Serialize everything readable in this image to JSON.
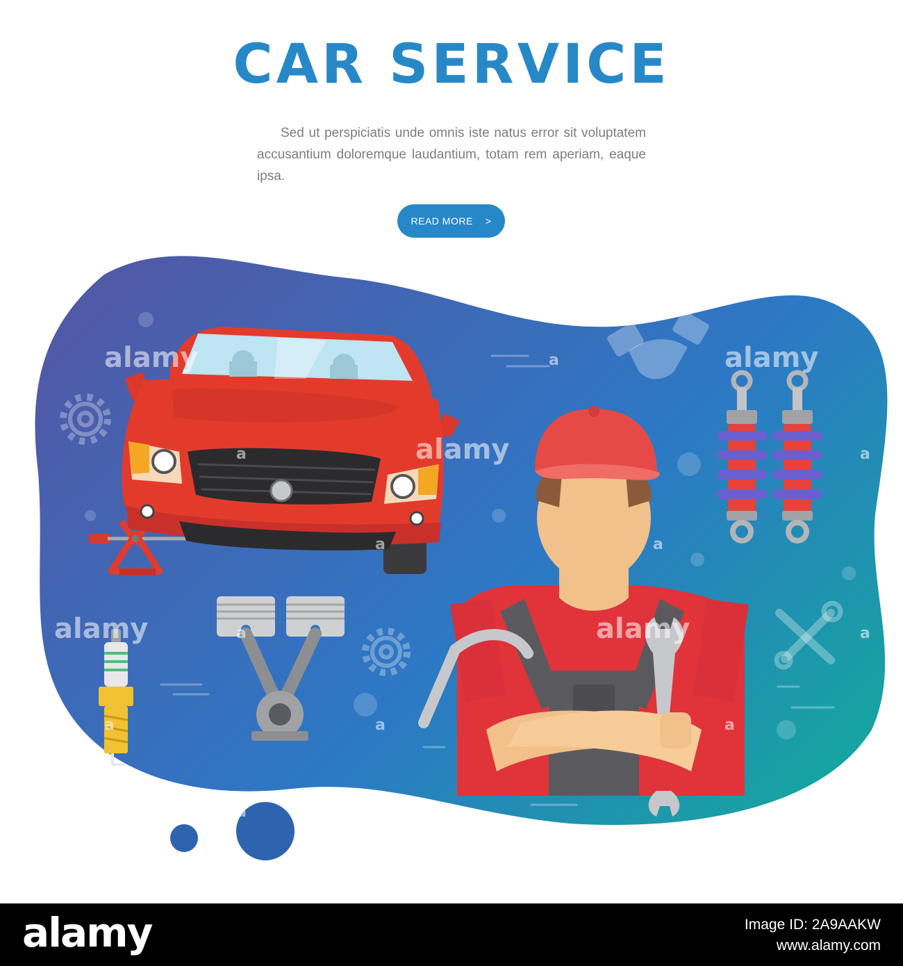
{
  "header": {
    "title": "CAR SERVICE",
    "description": "Sed ut perspiciatis unde omnis iste natus error sit voluptatem accusantium doloremque laudantium, totam rem aperiam, eaque ipsa.",
    "button_label": "READ MORE",
    "button_chevron": ">"
  },
  "watermark": {
    "text": "alamy",
    "letter": "a"
  },
  "footer": {
    "logo": "alamy",
    "image_id": "Image ID: 2A9AAKW",
    "site": "www.alamy.com"
  },
  "colors": {
    "accent": "#2788c8",
    "blob_start": "#4f5aa8",
    "blob_mid": "#2d78c5",
    "blob_end": "#14a89e",
    "car_red": "#e23b2c",
    "shirt_red": "#e0333a",
    "overalls": "#5a5a5e",
    "skin": "#f2c08a",
    "cap_red": "#e64a47",
    "footer_bg": "#000000"
  },
  "icons": [
    "car-icon",
    "jack-icon",
    "spark-plug-icon",
    "piston-icon",
    "mechanic-icon",
    "shock-absorber-icon",
    "handshake-icon",
    "gear-icon",
    "wrench-screwdriver-icon"
  ]
}
